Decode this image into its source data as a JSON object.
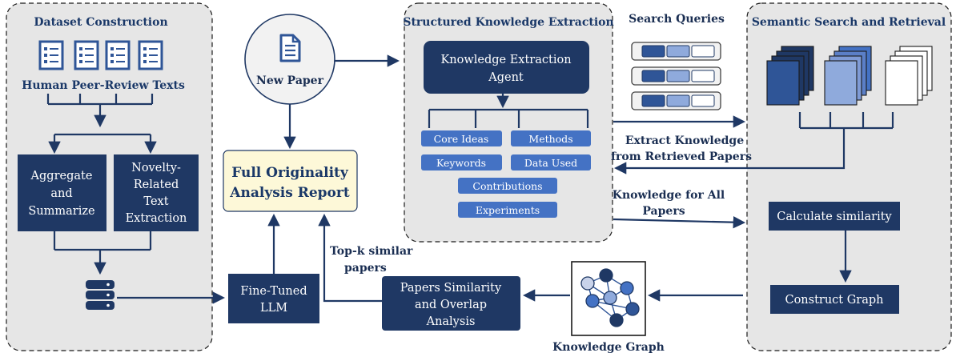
{
  "dataset": {
    "title": "Dataset Construction",
    "human_texts": "Human Peer-Review Texts",
    "aggregate": [
      "Aggregate",
      "and",
      "Summarize"
    ],
    "novelty": [
      "Novelty-",
      "Related",
      "Text",
      "Extraction"
    ]
  },
  "new_paper": "New Paper",
  "report": [
    "Full Originality",
    "Analysis Report"
  ],
  "fine_tuned": [
    "Fine-Tuned",
    "LLM"
  ],
  "topk": [
    "Top-k similar",
    "papers"
  ],
  "extraction": {
    "title": "Structured Knowledge Extraction",
    "agent": [
      "Knowledge Extraction",
      "Agent"
    ],
    "tags": [
      "Core Ideas",
      "Methods",
      "Keywords",
      "Data Used",
      "Contributions",
      "Experiments"
    ]
  },
  "search_queries": "Search Queries",
  "extract_knowledge": [
    "Extract Knowledge",
    "from Retrieved Papers"
  ],
  "knowledge_all": [
    "Knowledge for All",
    "Papers"
  ],
  "retrieval": {
    "title": "Semantic Search and Retrieval",
    "calc": "Calculate similarity",
    "construct": "Construct Graph"
  },
  "knowledge_graph": "Knowledge Graph",
  "similarity": [
    "Papers Similarity",
    "and Overlap",
    "Analysis"
  ],
  "colors": {
    "navy": "#1f3864",
    "panel": "#e6e6e6",
    "report_fill": "#fdf8d8",
    "tag": "#4472c4"
  }
}
